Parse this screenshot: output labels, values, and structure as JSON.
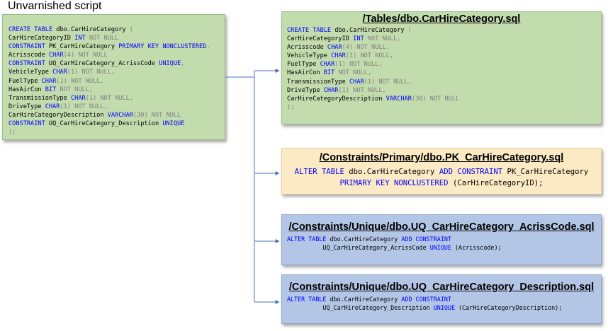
{
  "title": "Unvarnished script",
  "source": {
    "lines": [
      {
        "kw": "CREATE TABLE",
        "t": " dbo.CarHireCategory ",
        "g": "("
      },
      {
        "t": "CarHireCategoryID ",
        "kw": "INT",
        "g": " NOT NULL"
      },
      {
        "kw": "CONSTRAINT",
        "t": " PK_CarHireCategory ",
        "kw2": "PRIMARY KEY NONCLUSTERED",
        "g": ","
      },
      {
        "t": "Acrisscode ",
        "kw": "CHAR",
        "g": "(4) NOT NULL"
      },
      {
        "kw": "CONSTRAINT",
        "t": " UQ_CarHireCategory_AcrissCode ",
        "kw2": "UNIQUE",
        "g": ","
      },
      {
        "t": "VehicleType ",
        "kw": "CHAR",
        "g": "(1) NOT NULL,"
      },
      {
        "t": "FuelType ",
        "kw": "CHAR",
        "g": "(1) NOT NULL,"
      },
      {
        "t": "HasAirCon ",
        "kw": "BIT",
        "g": " NOT NULL,"
      },
      {
        "t": "TransmissionType ",
        "kw": "CHAR",
        "g": "(1) NOT NULL,"
      },
      {
        "t": "DriveType ",
        "kw": "CHAR",
        "g": "(1) NOT NULL,"
      },
      {
        "t": "CarHireCategoryDescription ",
        "kw": "VARCHAR",
        "g": "(30) NOT NULL"
      },
      {
        "kw": "CONSTRAINT",
        "t": " UQ_CarHireCategory_Description ",
        "kw2": "UNIQUE"
      },
      {
        "g": ");"
      }
    ]
  },
  "tables_file": {
    "header": "/Tables/dbo.CarHireCategory.sql",
    "lines": [
      {
        "kw": "CREATE TABLE",
        "t": " dbo.CarHireCategory ",
        "g": "("
      },
      {
        "t": "CarHireCategoryID ",
        "kw": "INT",
        "g": " NOT NULL,"
      },
      {
        "t": "Acrisscode ",
        "kw": "CHAR",
        "g": "(4) NOT NULL,"
      },
      {
        "t": "VehicleType ",
        "kw": "CHAR",
        "g": "(1) NOT NULL,"
      },
      {
        "t": "FuelType ",
        "kw": "CHAR",
        "g": "(1) NOT NULL,"
      },
      {
        "t": "HasAirCon ",
        "kw": "BIT",
        "g": " NOT NULL,"
      },
      {
        "t": "TransmissionType ",
        "kw": "CHAR",
        "g": "(1) NOT NULL,"
      },
      {
        "t": "DriveType ",
        "kw": "CHAR",
        "g": "(1) NOT NULL,"
      },
      {
        "t": "CarHireCategoryDescription ",
        "kw": "VARCHAR",
        "g": "(30) NOT NULL"
      },
      {
        "g": ");"
      }
    ]
  },
  "primary_file": {
    "header": "/Constraints/Primary/dbo.PK_CarHireCategory.sql",
    "line1_kw1": "ALTER TABLE",
    "line1_t1": " dbo.CarHireCategory ",
    "line1_kw2": "ADD CONSTRAINT",
    "line1_t2": " PK_CarHireCategory",
    "line2_kw": "PRIMARY KEY NONCLUSTERED",
    "line2_t": " (CarHireCategoryID);"
  },
  "uq_acriss_file": {
    "header": "/Constraints/Unique/dbo.UQ_CarHireCategory_AcrissCode.sql",
    "line1_kw1": "ALTER TABLE",
    "line1_t1": " dbo.CarHireCategory ",
    "line1_kw2": "ADD CONSTRAINT",
    "line2_t1": "          UQ_CarHireCategory_AcrissCode ",
    "line2_kw": "UNIQUE",
    "line2_t2": " (Acrisscode);"
  },
  "uq_desc_file": {
    "header": "/Constraints/Unique/dbo.UQ_CarHireCategory_Description.sql",
    "line1_kw1": "ALTER TABLE",
    "line1_t1": " dbo.CarHireCategory ",
    "line1_kw2": "ADD CONSTRAINT",
    "line2_t1": "          UQ_CarHireCategory_Description ",
    "line2_kw": "UNIQUE",
    "line2_t2": " (CarHireCategoryDescription);"
  },
  "colors": {
    "green": "#c3dcae",
    "yellow": "#fbeac4",
    "blue": "#b3c6e6",
    "connector": "#4a72b8",
    "keyword": "#0000ff",
    "muted": "#808080"
  }
}
